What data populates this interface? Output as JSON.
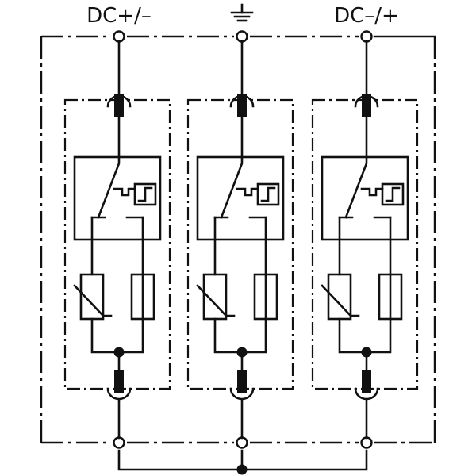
{
  "diagram": {
    "terminals": [
      {
        "label": "DC+/–",
        "kind": "text"
      },
      {
        "label": "",
        "kind": "earth-symbol",
        "icon": "earth-ground-icon"
      },
      {
        "label": "DC–/+",
        "kind": "text"
      }
    ],
    "modules": [
      {
        "id": "module-1",
        "elements": [
          "fuse",
          "thermal-switch",
          "varistor",
          "gas-discharge-tube",
          "fuse"
        ]
      },
      {
        "id": "module-2",
        "elements": [
          "fuse",
          "thermal-switch",
          "varistor",
          "gas-discharge-tube",
          "fuse"
        ]
      },
      {
        "id": "module-3",
        "elements": [
          "fuse",
          "thermal-switch",
          "varistor",
          "gas-discharge-tube",
          "fuse"
        ]
      }
    ],
    "colors": {
      "line": "#111111",
      "background": "#ffffff"
    }
  }
}
